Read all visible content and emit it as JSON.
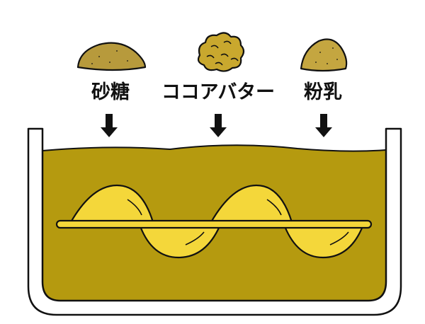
{
  "ingredients": [
    {
      "label": "砂糖",
      "icon": "sugar-pile-icon"
    },
    {
      "label": "ココアバター",
      "icon": "cocoa-butter-lumps-icon"
    },
    {
      "label": "粉乳",
      "icon": "milk-powder-pile-icon"
    }
  ],
  "colors": {
    "liquid": "#b59a0f",
    "sugar": "#b79a3c",
    "cocoa_butter": "#c9a82e",
    "milk_powder": "#c4a640",
    "mixer_blade": "#f4d73a",
    "outline": "#111111"
  }
}
